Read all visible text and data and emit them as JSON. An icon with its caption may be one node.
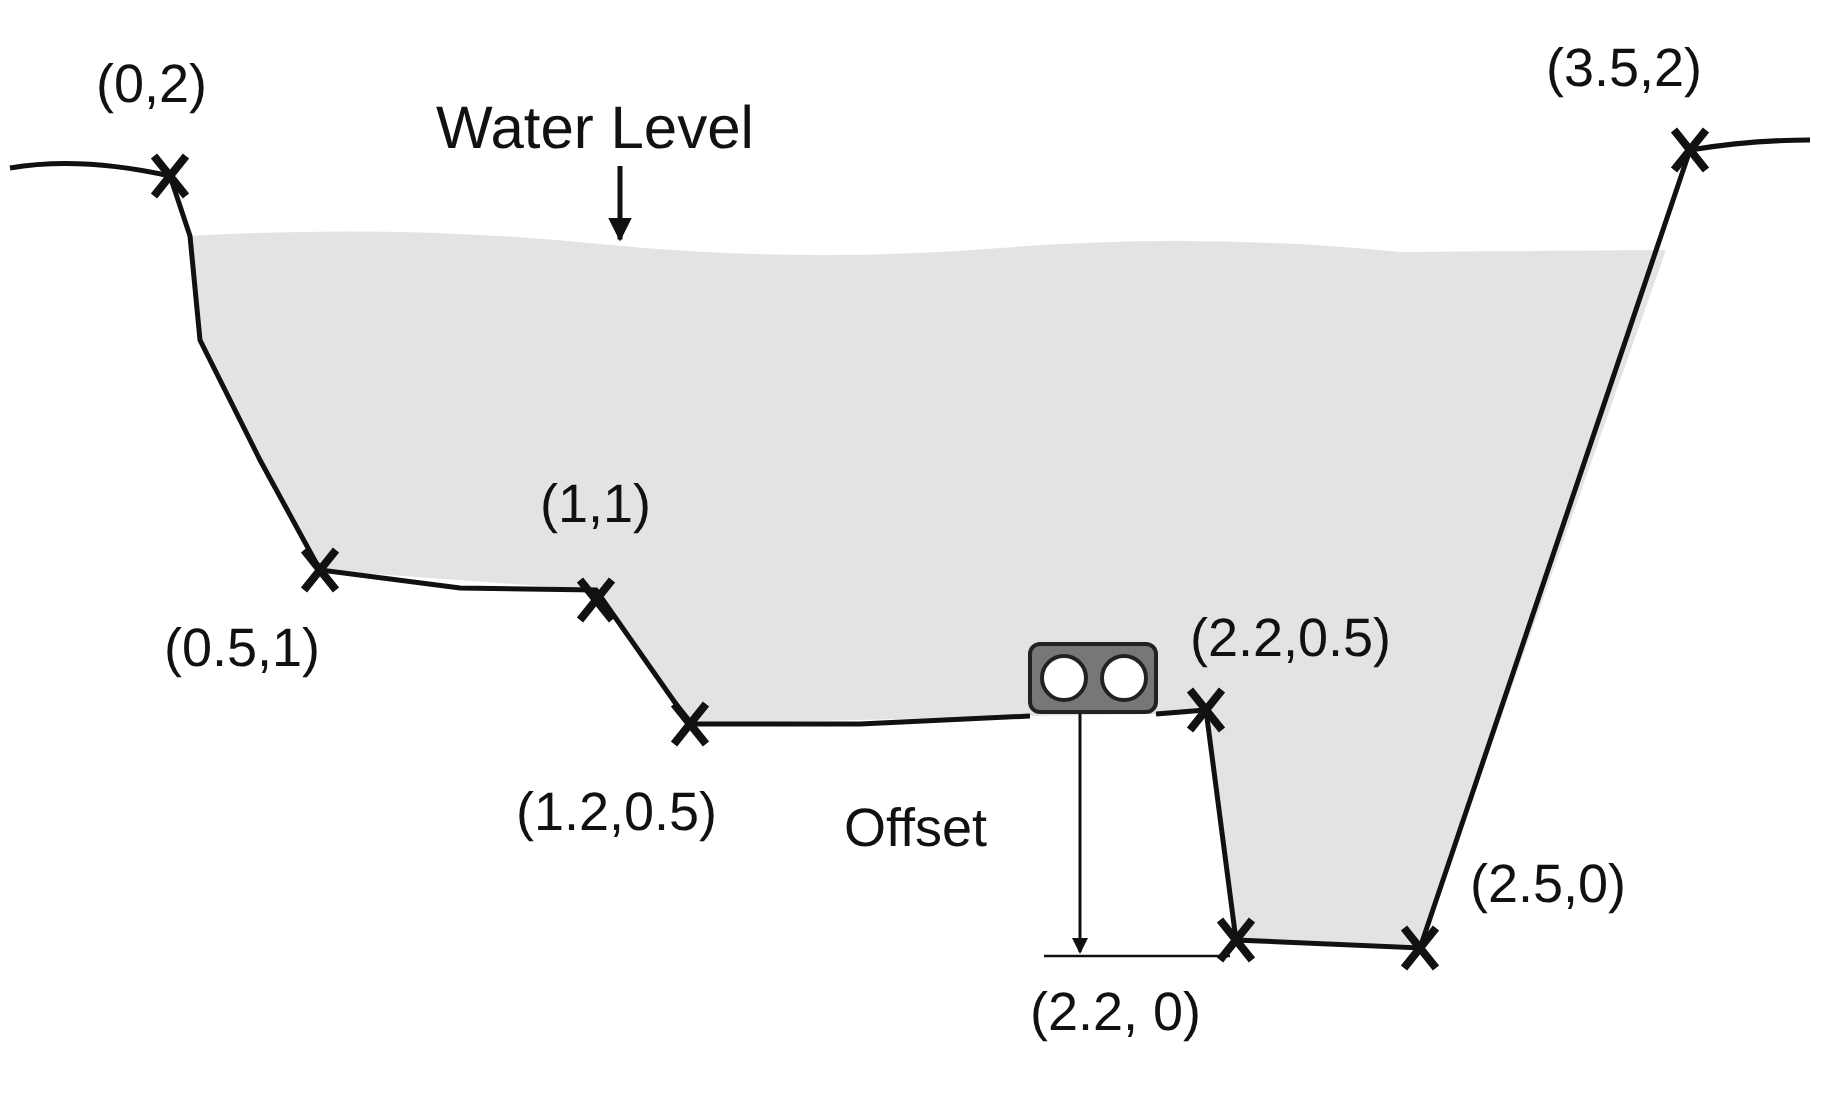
{
  "diagram": {
    "nodes": [
      {
        "text": [
          "Water Level"
        ]
      },
      {
        "text": [],
        "shape": "picture"
      }
    ],
    "edges": [
      {
        "from": 0,
        "to": 1,
        "arrow": "to"
      }
    ],
    "labels": [
      "(0,2)",
      "(3.5,2)",
      "(1,1)",
      "(0.5,1)",
      "(2.2,0.5)",
      "(1.2,0.5)",
      "Offset",
      "(2.5,0)",
      "(2.2, 0)"
    ]
  }
}
